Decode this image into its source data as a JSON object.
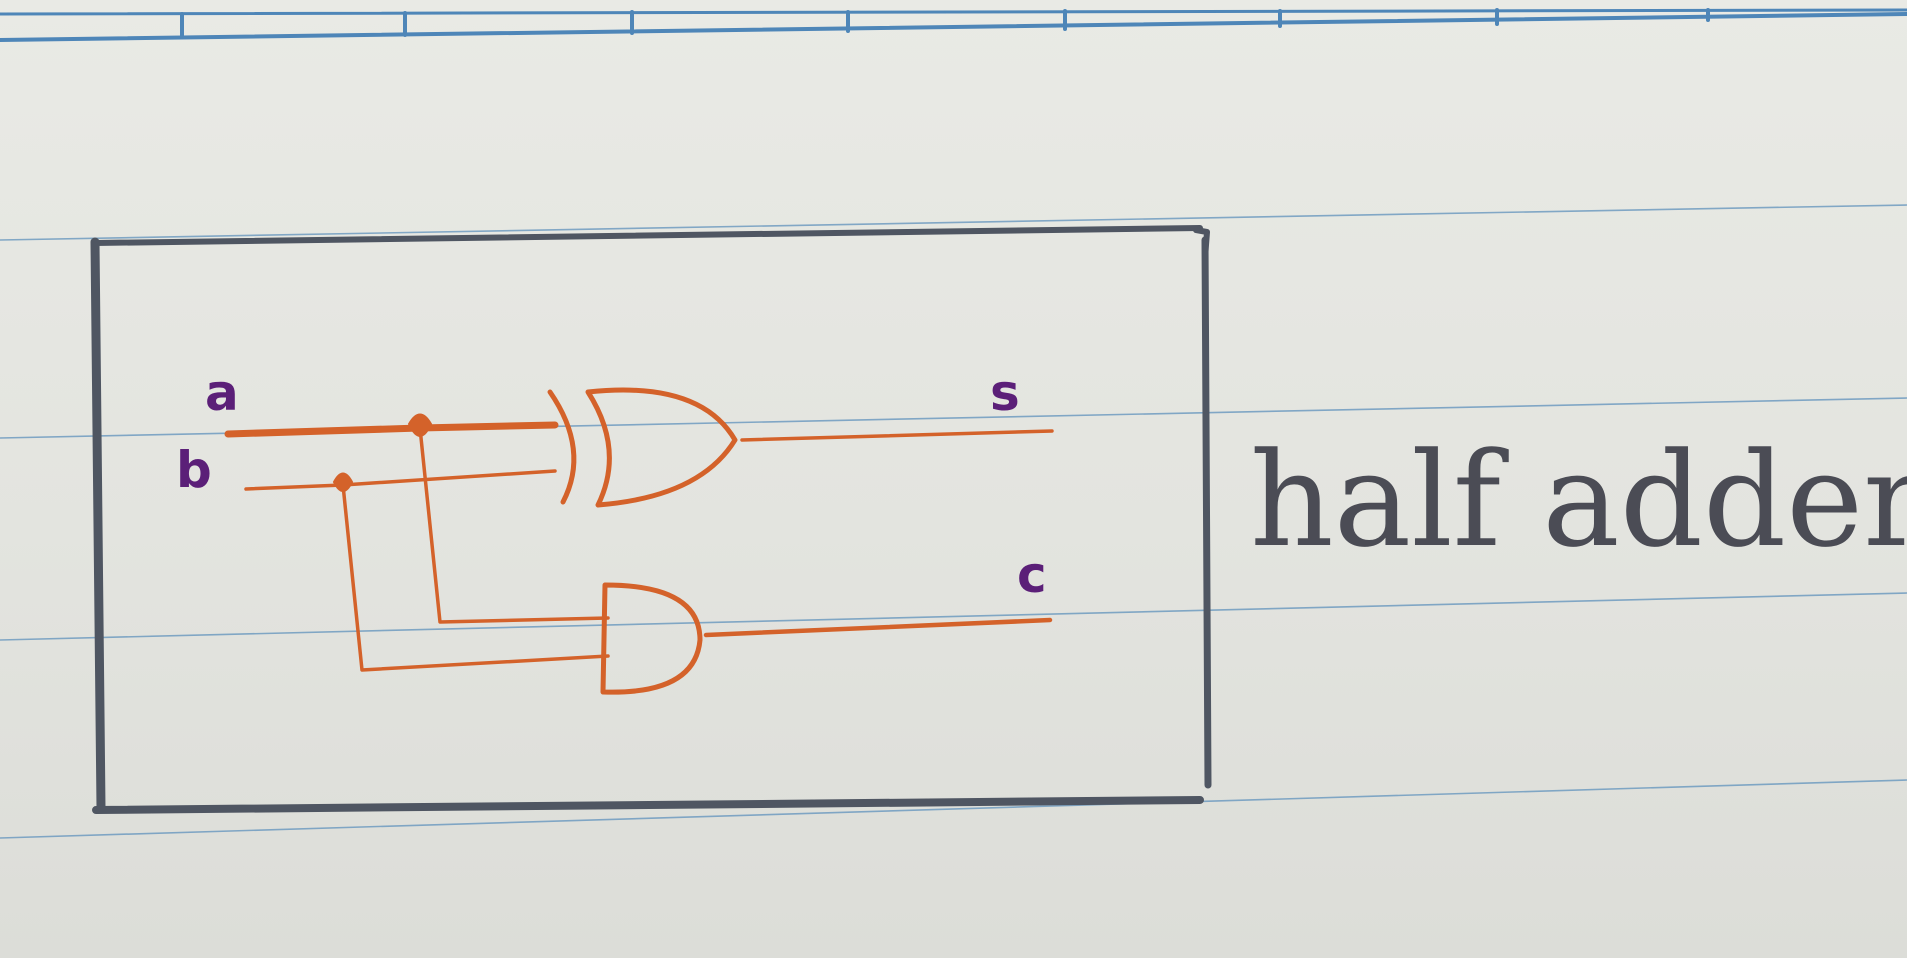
{
  "diagram": {
    "inputs": {
      "a": "a",
      "b": "b"
    },
    "outputs": {
      "sum": "s",
      "carry": "c"
    },
    "gates": [
      {
        "name": "xor-gate",
        "kind": "XOR",
        "inputs": [
          "a",
          "b"
        ],
        "output": "s"
      },
      {
        "name": "and-gate",
        "kind": "AND",
        "inputs": [
          "a",
          "b"
        ],
        "output": "c"
      }
    ],
    "caption": "half adder"
  },
  "colors": {
    "paper": "#e6e7e2",
    "ruled_line": "#6f9bc0",
    "header_line": "#4e86b8",
    "box_pencil": "#4f5662",
    "circuit_ink": "#d4622a",
    "label_ink": "#5b1f78",
    "caption_ink": "#4b4c55"
  }
}
